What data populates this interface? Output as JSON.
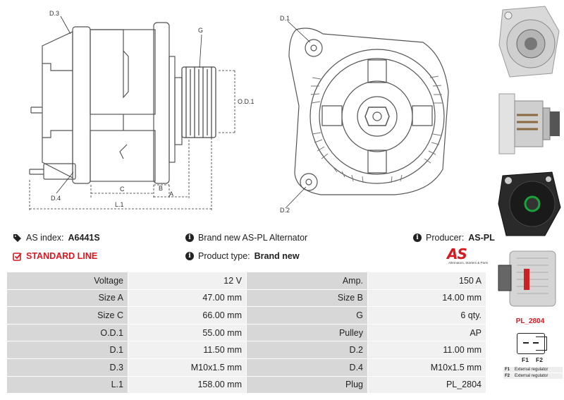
{
  "drawing": {
    "side_labels": {
      "d3": "D.3",
      "d4": "D.4",
      "g": "G",
      "od1": "O.D.1",
      "b": "B",
      "c": "C",
      "a": "A",
      "l1": "L.1"
    },
    "front_labels": {
      "d1": "D.1",
      "d2": "D.2"
    }
  },
  "info": {
    "as_index_label": "AS index:",
    "as_index_value": "A6441S",
    "line_label": "STANDARD LINE",
    "brand_text": "Brand new AS-PL Alternator",
    "product_type_label": "Product type:",
    "product_type_value": "Brand new",
    "producer_label": "Producer:",
    "producer_value": "AS-PL"
  },
  "logo": {
    "mark": "AS",
    "tagline": "Alternators, Starters & Parts"
  },
  "specs": [
    {
      "l1": "Voltage",
      "v1": "12 V",
      "l2": "Amp.",
      "v2": "150 A"
    },
    {
      "l1": "Size A",
      "v1": "47.00 mm",
      "l2": "Size B",
      "v2": "14.00 mm"
    },
    {
      "l1": "Size C",
      "v1": "66.00 mm",
      "l2": "G",
      "v2": "6 qty."
    },
    {
      "l1": "O.D.1",
      "v1": "55.00 mm",
      "l2": "Pulley",
      "v2": "AP"
    },
    {
      "l1": "D.1",
      "v1": "11.50 mm",
      "l2": "D.2",
      "v2": "11.00 mm"
    },
    {
      "l1": "D.3",
      "v1": "M10x1.5 mm",
      "l2": "D.4",
      "v2": "M10x1.5 mm"
    },
    {
      "l1": "L.1",
      "v1": "158.00 mm",
      "l2": "Plug",
      "v2": "PL_2804"
    }
  ],
  "plug": {
    "code": "PL_2804",
    "pins": [
      "F1",
      "F2"
    ],
    "legend": [
      {
        "k": "F1",
        "v": "External regulator"
      },
      {
        "k": "F2",
        "v": "External regulator"
      }
    ]
  },
  "colors": {
    "accent": "#d71920",
    "label_cell": "#d7d7d7",
    "value_cell": "#f1f1f1"
  }
}
